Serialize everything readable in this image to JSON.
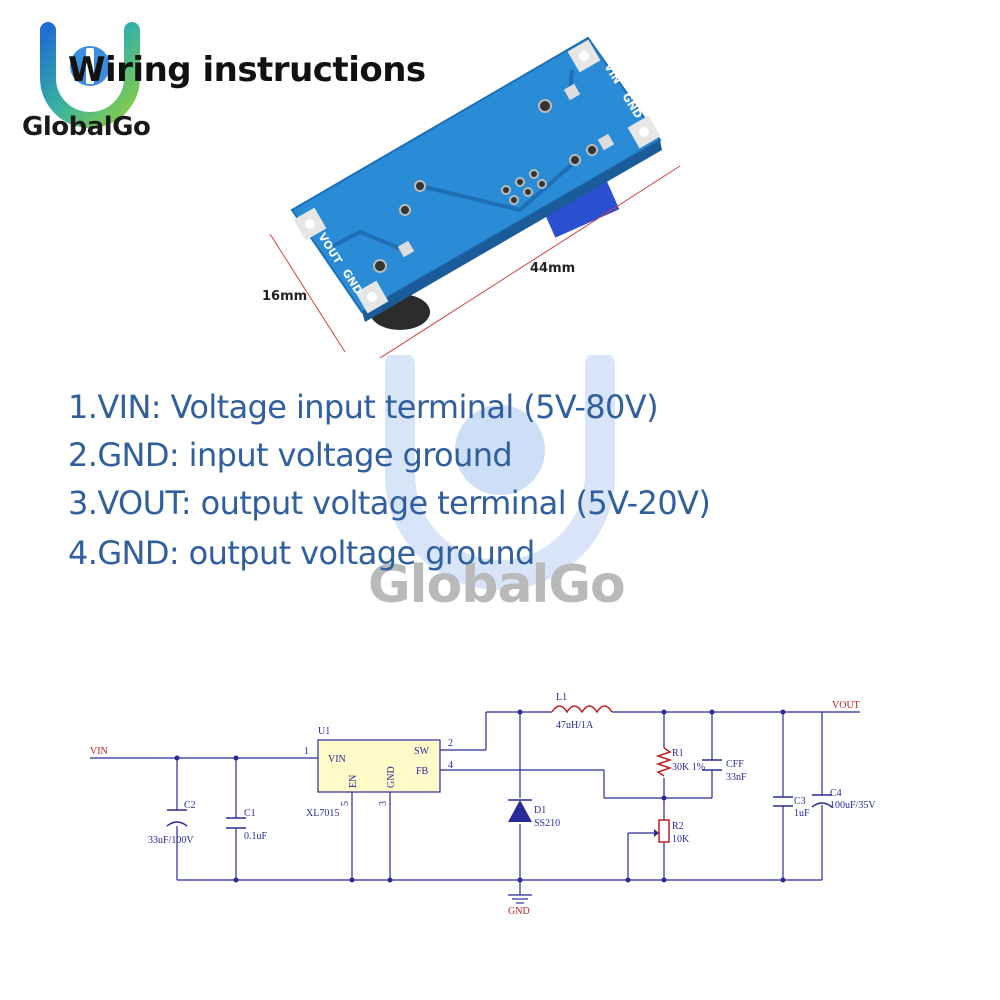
{
  "brand": {
    "logo_text": "GlobalGo",
    "watermark_text": "GlobalGo"
  },
  "heading": "Wiring instructions",
  "board": {
    "pins": {
      "vin": "VIN",
      "gnd_in": "GND",
      "vout": "VOUT",
      "gnd_out": "GND"
    },
    "dim_length": "44mm",
    "dim_width": "16mm"
  },
  "pin_list": [
    "1.VIN: Voltage input terminal (5V-80V)",
    "2.GND: input voltage ground",
    "3.VOUT: output voltage terminal (5V-20V)",
    "4.GND: output voltage ground"
  ],
  "colors": {
    "wire": "#2a2a9a",
    "pcb": "#2a8bd6",
    "pin_text": "#2f5f9e",
    "net_label": "#c02020"
  },
  "schematic": {
    "nets": {
      "vin": "VIN",
      "vout": "VOUT",
      "gnd": "GND"
    },
    "ic": {
      "ref": "U1",
      "part": "XL7015",
      "pins": {
        "vin": "VIN",
        "sw": "SW",
        "fb": "FB",
        "en": "EN",
        "gnd": "GND"
      },
      "pin_numbers": {
        "p1": "1",
        "p2": "2",
        "p3": "3",
        "p4": "4",
        "p5": "5"
      }
    },
    "inductor": {
      "ref": "L1",
      "value": "47uH/1A"
    },
    "diode": {
      "ref": "D1",
      "value": "SS210"
    },
    "c1": {
      "ref": "C1",
      "value": "0.1uF"
    },
    "c2": {
      "ref": "C2",
      "value": "33uF/100V"
    },
    "c3": {
      "ref": "C3",
      "value": "1uF"
    },
    "c4": {
      "ref": "C4",
      "value": "100uF/35V"
    },
    "cff": {
      "ref": "CFF",
      "value": "33nF"
    },
    "r1": {
      "ref": "R1",
      "value": "30K 1%"
    },
    "r2": {
      "ref": "R2",
      "value": "10K"
    }
  }
}
